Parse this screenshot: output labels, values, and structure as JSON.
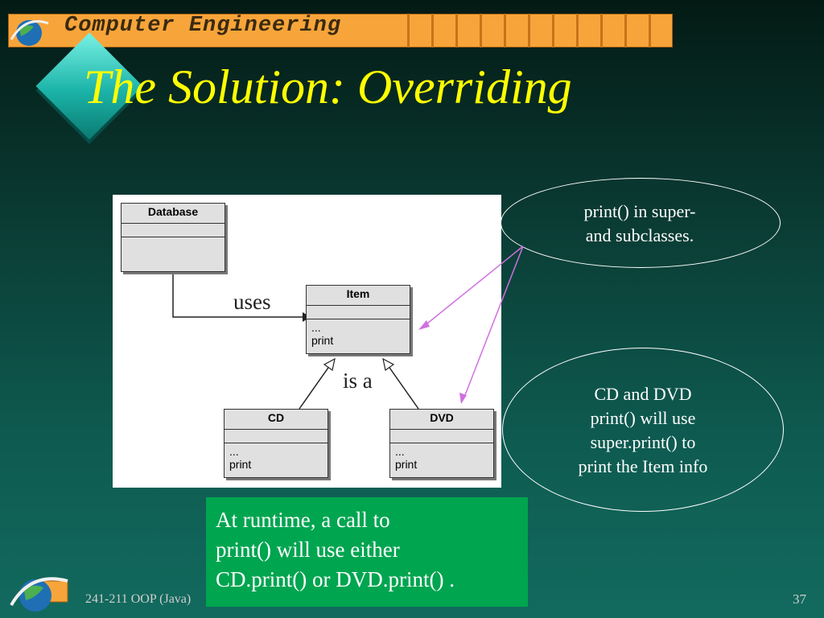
{
  "header": {
    "title": "Computer Engineering"
  },
  "slide": {
    "title": "The Solution: Overriding"
  },
  "diagram": {
    "classes": {
      "database": {
        "name": "Database"
      },
      "item": {
        "name": "Item",
        "members": [
          "...",
          "print"
        ]
      },
      "cd": {
        "name": "CD",
        "members": [
          "...",
          "print"
        ]
      },
      "dvd": {
        "name": "DVD",
        "members": [
          "...",
          "print"
        ]
      }
    },
    "labels": {
      "uses": "uses",
      "is_a": "is a"
    }
  },
  "callouts": {
    "top": [
      "print() in super-",
      "and subclasses."
    ],
    "bottom": [
      "CD and DVD",
      "print() will use",
      "super.print() to",
      "print the Item info"
    ]
  },
  "note": [
    "At runtime, a call to",
    "print() will use either",
    "CD.print() or DVD.print() ."
  ],
  "footer": {
    "course": "241-211 OOP (Java)",
    "page": "37"
  },
  "colors": {
    "title": "#ffff00",
    "header": "#f7a53a",
    "note_bg": "#00a550",
    "annotation_arrow": "#d070e0"
  },
  "icons": [
    "globe-logo-icon",
    "diamond-bullet-icon"
  ]
}
